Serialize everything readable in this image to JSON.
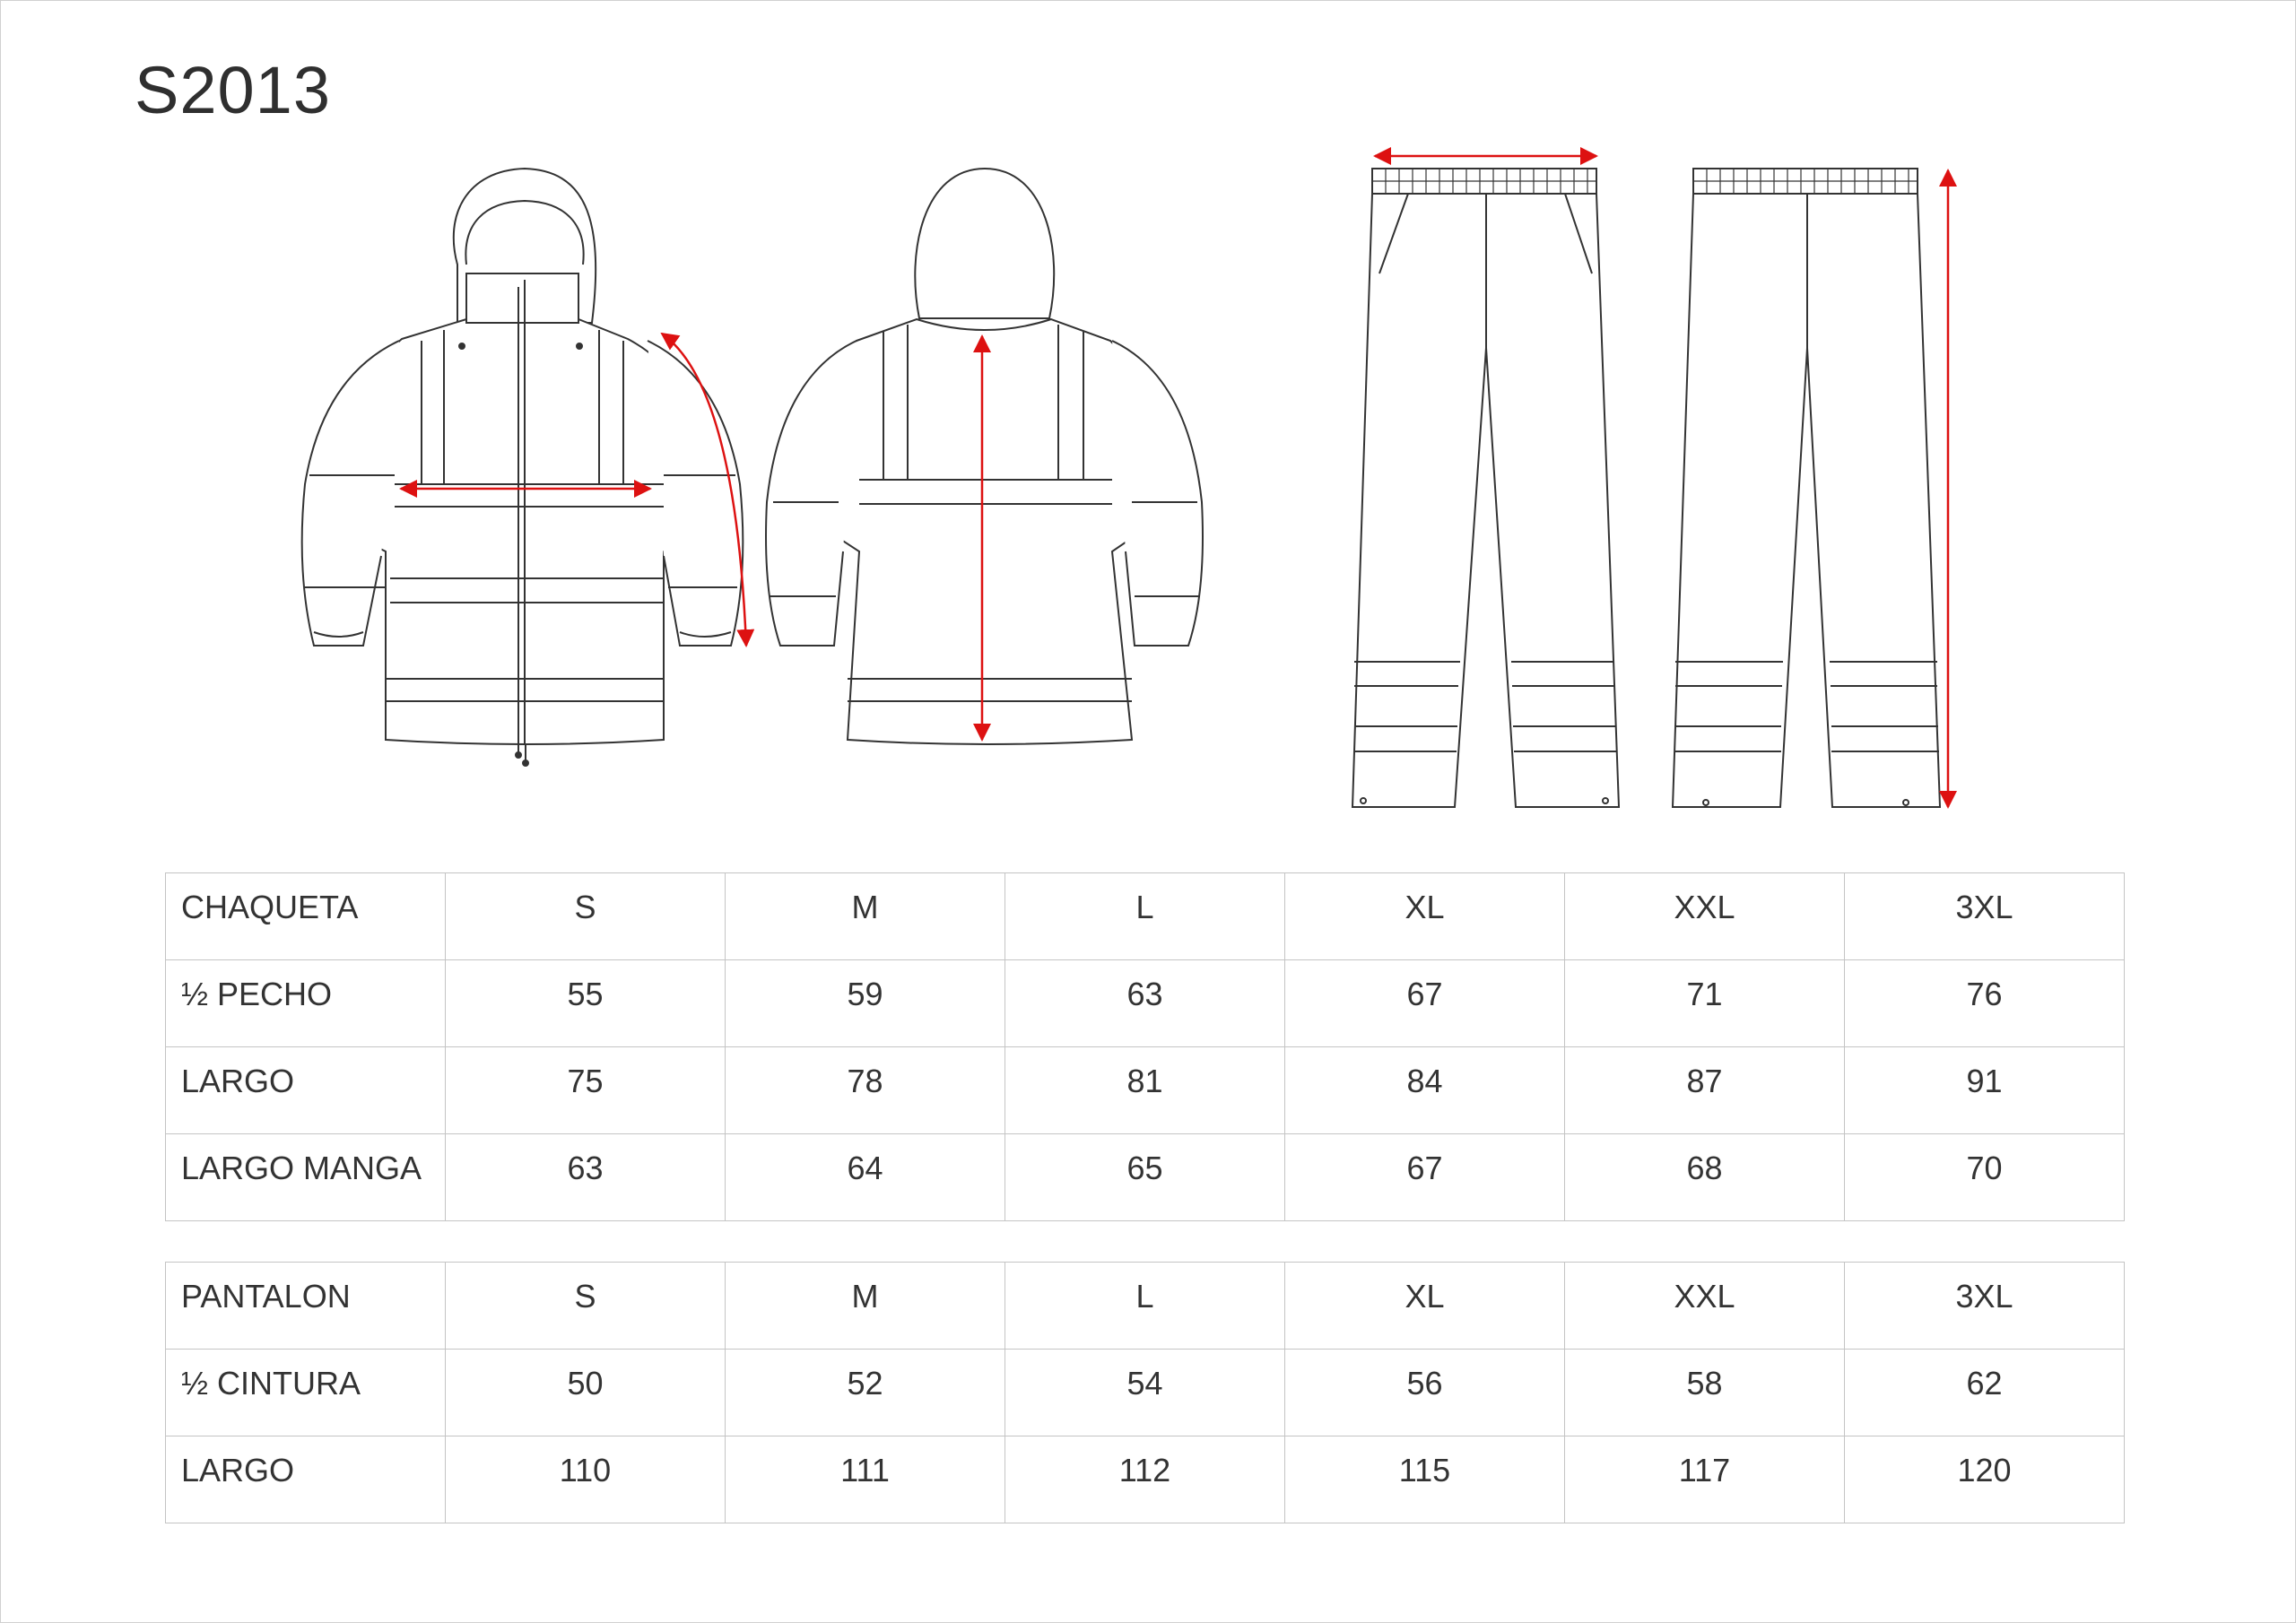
{
  "title": "S2013",
  "colors": {
    "outline": "#333333",
    "measure": "#dd1111",
    "grid": "#c4c4c4"
  },
  "jacket_table": {
    "header": [
      "CHAQUETA",
      "S",
      "M",
      "L",
      "XL",
      "XXL",
      "3XL"
    ],
    "rows": [
      [
        "½ PECHO",
        "55",
        "59",
        "63",
        "67",
        "71",
        "76"
      ],
      [
        "LARGO",
        "75",
        "78",
        "81",
        "84",
        "87",
        "91"
      ],
      [
        "LARGO MANGA",
        "63",
        "64",
        "65",
        "67",
        "68",
        "70"
      ]
    ]
  },
  "pants_table": {
    "header": [
      "PANTALON",
      "S",
      "M",
      "L",
      "XL",
      "XXL",
      "3XL"
    ],
    "rows": [
      [
        "½ CINTURA",
        "50",
        "52",
        "54",
        "56",
        "58",
        "62"
      ],
      [
        "LARGO",
        "110",
        "111",
        "112",
        "115",
        "117",
        "120"
      ]
    ]
  }
}
